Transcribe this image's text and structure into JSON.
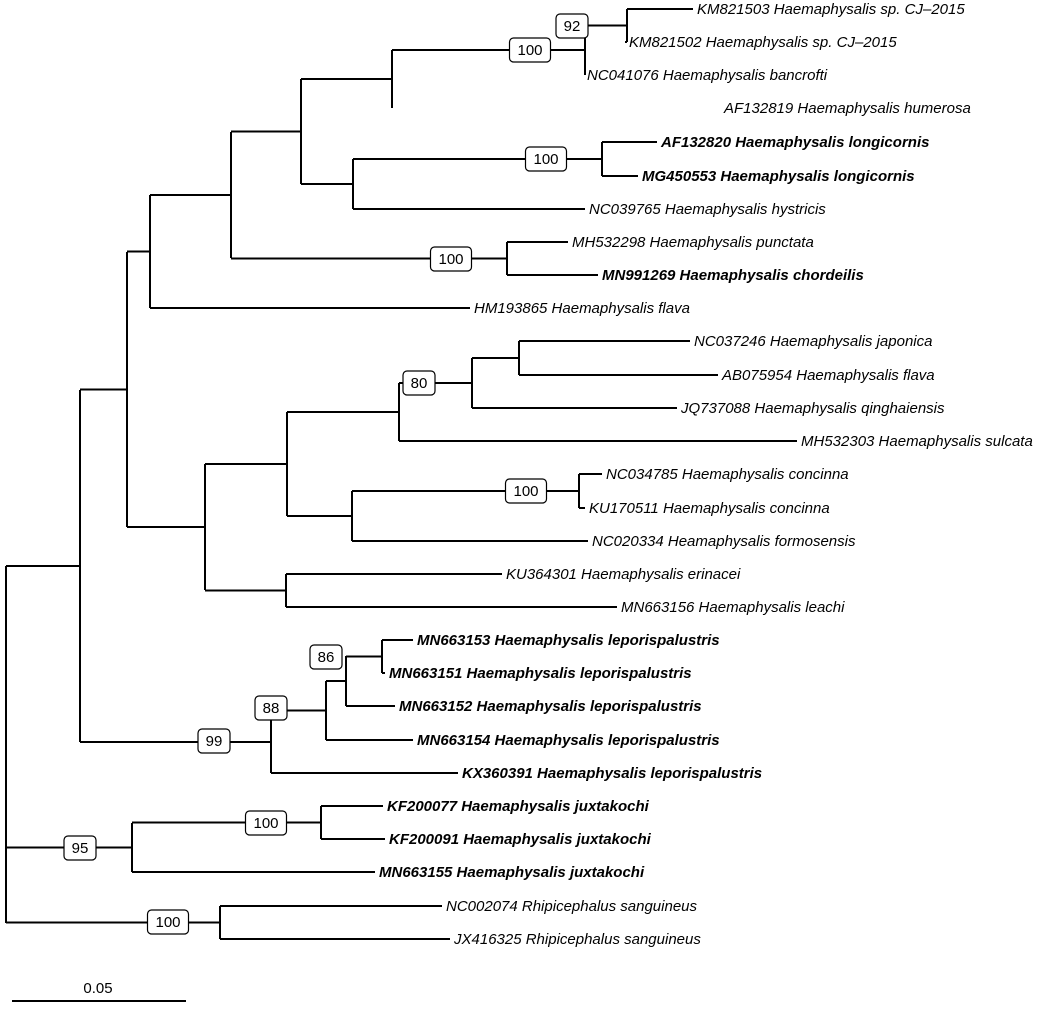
{
  "tree": {
    "scale_bar": {
      "label": "0.05"
    },
    "tips": [
      {
        "id": "t1",
        "label": "KM821503 Haemaphysalis sp. CJ–2015",
        "bold": false
      },
      {
        "id": "t2",
        "label": "KM821502 Haemaphysalis sp. CJ–2015",
        "bold": false
      },
      {
        "id": "t3",
        "label": "NC041076 Haemaphysalis bancrofti",
        "bold": false
      },
      {
        "id": "t4",
        "label": "AF132819 Haemaphysalis humerosa",
        "bold": false
      },
      {
        "id": "t5",
        "label": "AF132820 Haemaphysalis longicornis",
        "bold": true
      },
      {
        "id": "t6",
        "label": "MG450553 Haemaphysalis longicornis",
        "bold": true
      },
      {
        "id": "t7",
        "label": "NC039765 Haemaphysalis hystricis",
        "bold": false
      },
      {
        "id": "t8",
        "label": "MH532298 Haemaphysalis punctata",
        "bold": false
      },
      {
        "id": "t9",
        "label": "MN991269 Haemaphysalis chordeilis",
        "bold": true
      },
      {
        "id": "t10",
        "label": "HM193865 Haemaphysalis flava",
        "bold": false
      },
      {
        "id": "t11",
        "label": "NC037246 Haemaphysalis japonica",
        "bold": false
      },
      {
        "id": "t12",
        "label": "AB075954 Haemaphysalis flava",
        "bold": false
      },
      {
        "id": "t13",
        "label": "JQ737088 Haemaphysalis qinghaiensis",
        "bold": false
      },
      {
        "id": "t14",
        "label": "MH532303 Haemaphysalis sulcata",
        "bold": false
      },
      {
        "id": "t15",
        "label": "NC034785 Haemaphysalis concinna",
        "bold": false
      },
      {
        "id": "t16",
        "label": "KU170511 Haemaphysalis concinna",
        "bold": false
      },
      {
        "id": "t17",
        "label": "NC020334 Heamaphysalis formosensis",
        "bold": false
      },
      {
        "id": "t18",
        "label": "KU364301 Haemaphysalis erinacei",
        "bold": false
      },
      {
        "id": "t19",
        "label": "MN663156 Haemaphysalis leachi",
        "bold": false
      },
      {
        "id": "t20",
        "label": "MN663153 Haemaphysalis leporispalustris",
        "bold": true
      },
      {
        "id": "t21",
        "label": "MN663151 Haemaphysalis leporispalustris",
        "bold": true
      },
      {
        "id": "t22",
        "label": "MN663152 Haemaphysalis leporispalustris",
        "bold": true
      },
      {
        "id": "t23",
        "label": "MN663154 Haemaphysalis leporispalustris",
        "bold": true
      },
      {
        "id": "t24",
        "label": "KX360391 Haemaphysalis leporispalustris",
        "bold": true
      },
      {
        "id": "t25",
        "label": "KF200077 Haemaphysalis juxtakochi",
        "bold": true
      },
      {
        "id": "t26",
        "label": "KF200091 Haemaphysalis juxtakochi",
        "bold": true
      },
      {
        "id": "t27",
        "label": "MN663155 Haemaphysalis juxtakochi",
        "bold": true
      },
      {
        "id": "t28",
        "label": "NC002074 Rhipicephalus sanguineus",
        "bold": false
      },
      {
        "id": "t29",
        "label": "JX416325 Rhipicephalus sanguineus",
        "bold": false
      }
    ],
    "bootstrap": [
      {
        "id": "n_km",
        "value": "92"
      },
      {
        "id": "n_kmb",
        "value": "100"
      },
      {
        "id": "n_long",
        "value": "100"
      },
      {
        "id": "n_pc",
        "value": "100"
      },
      {
        "id": "n_jfq",
        "value": "80"
      },
      {
        "id": "n_conc",
        "value": "100"
      },
      {
        "id": "n_lep4",
        "value": "86"
      },
      {
        "id": "n_lep5",
        "value": "88"
      },
      {
        "id": "n_lep",
        "value": "99"
      },
      {
        "id": "n_kf",
        "value": "100"
      },
      {
        "id": "n_jux",
        "value": "95"
      },
      {
        "id": "n_rhip",
        "value": "100"
      }
    ]
  }
}
